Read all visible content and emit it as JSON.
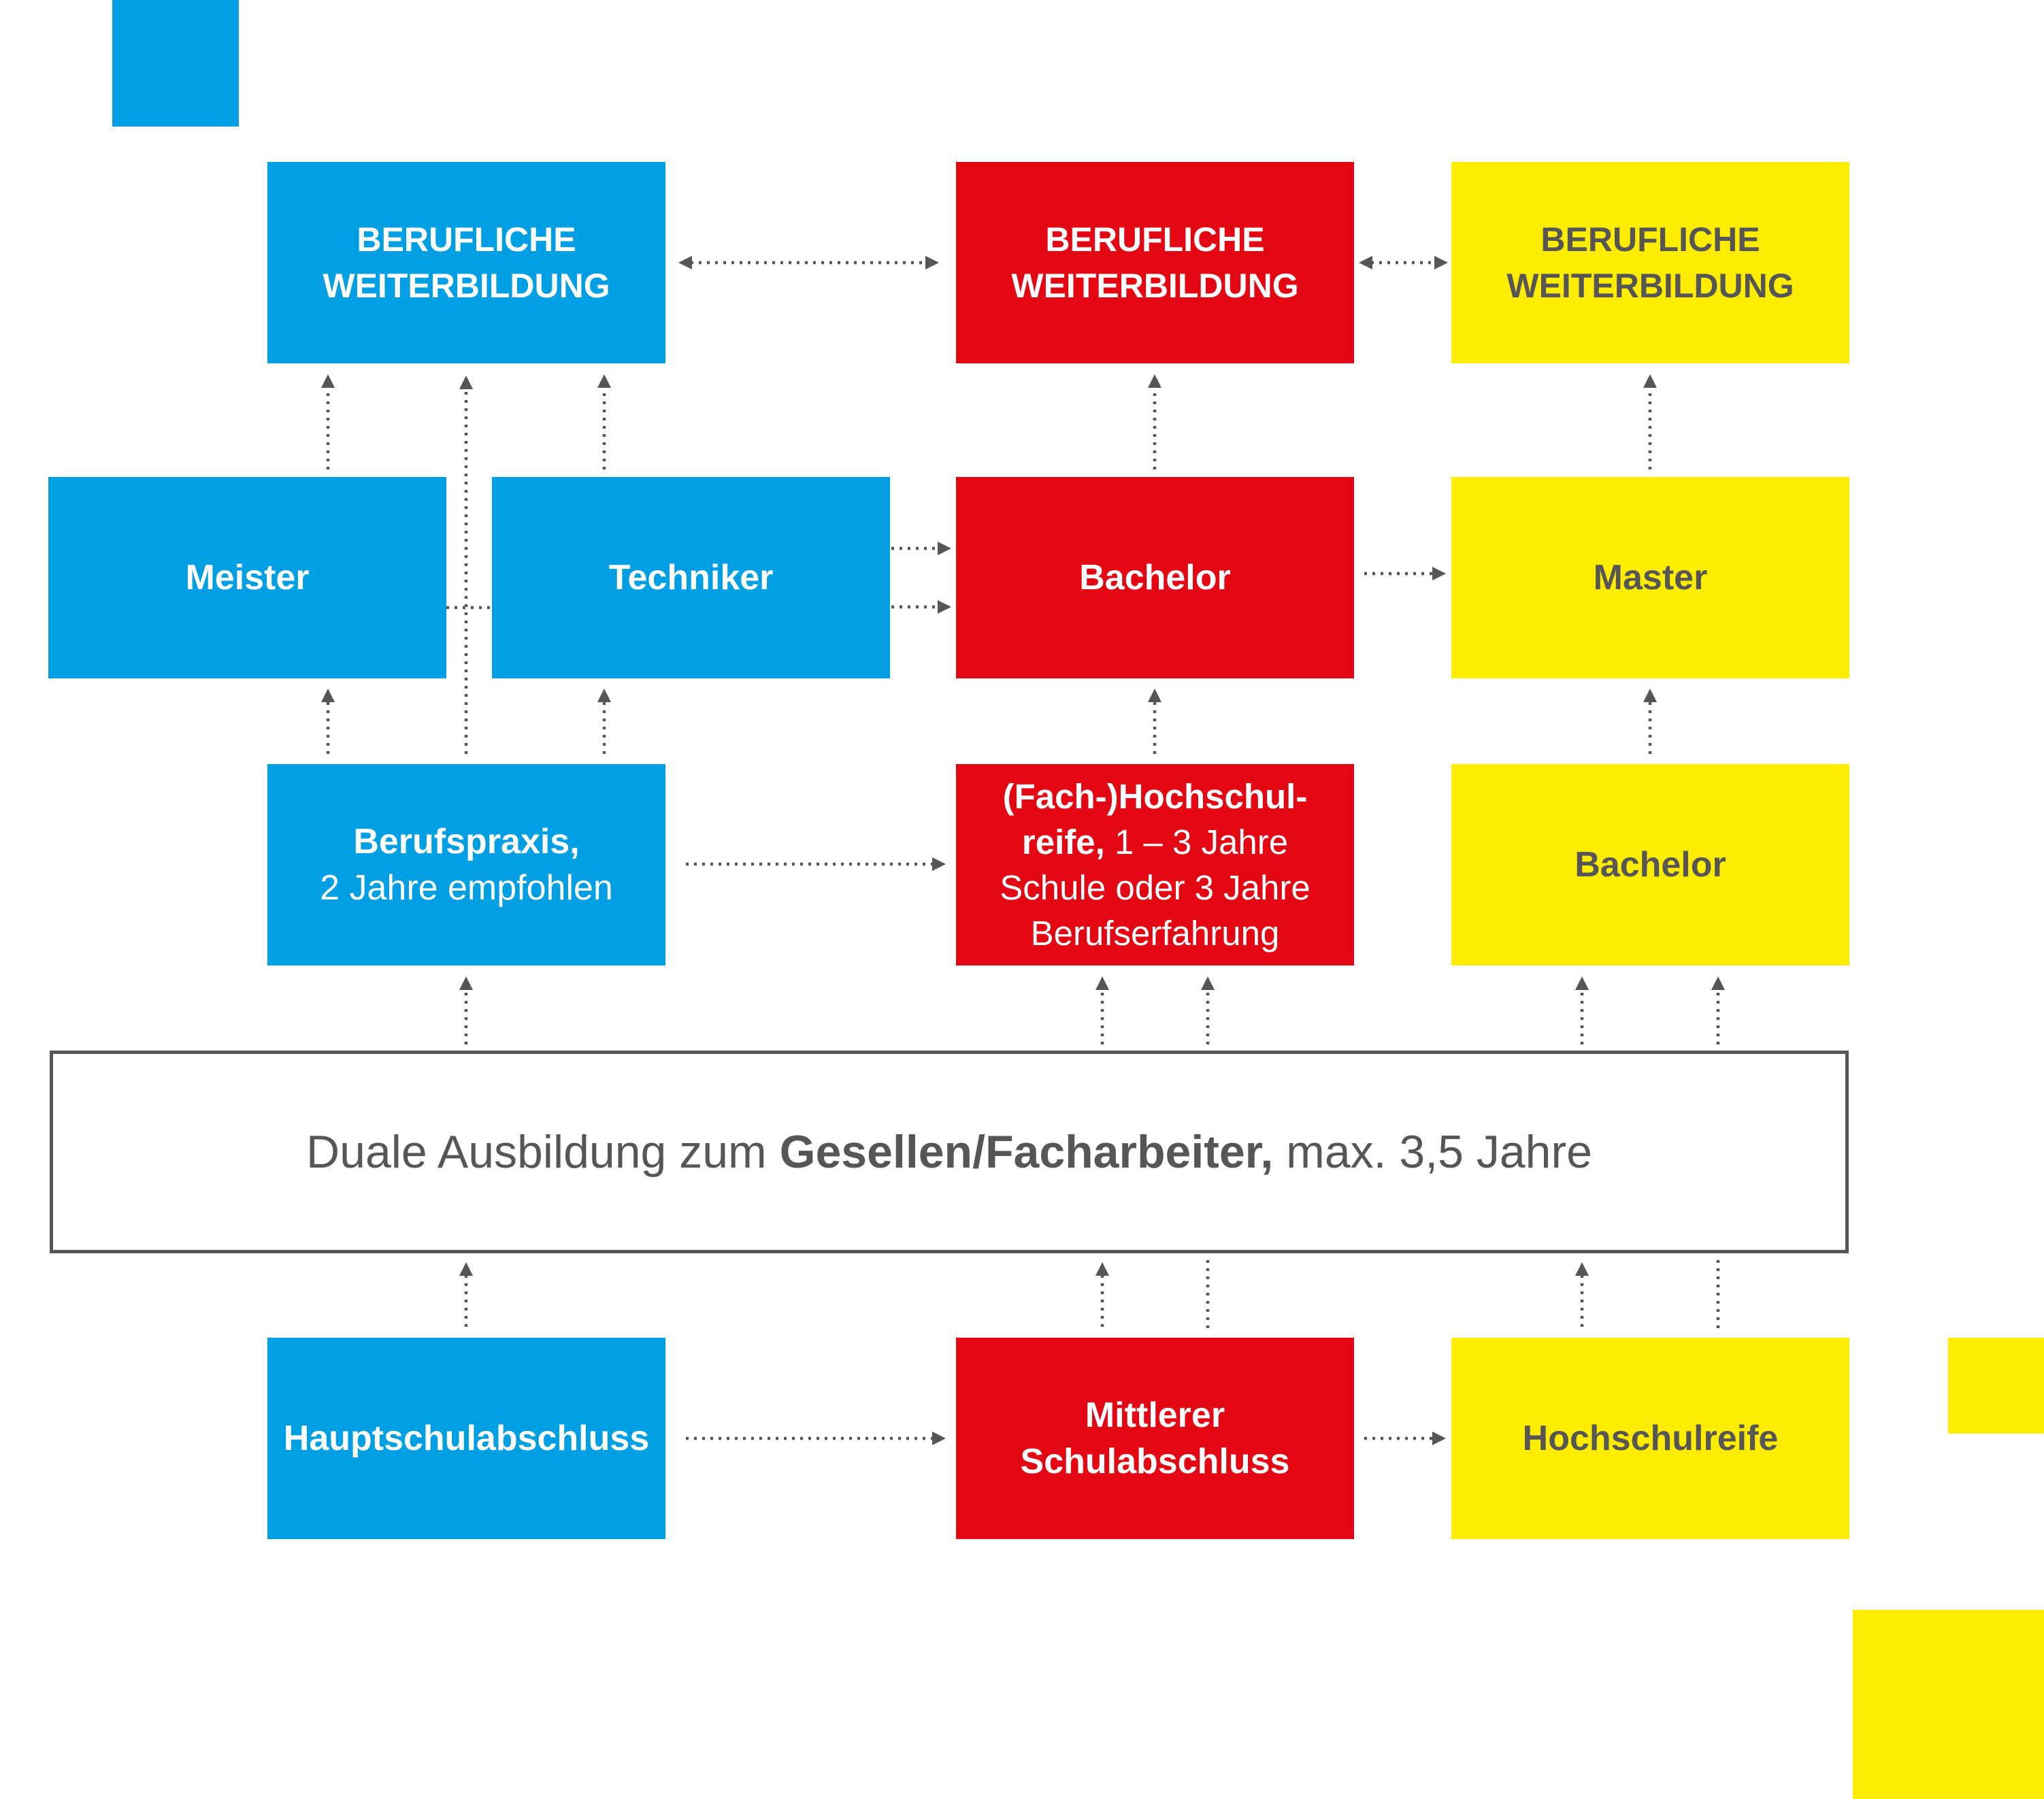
{
  "colors": {
    "blue": "#009fe3",
    "red": "#e30613",
    "yellow": "#ffed00",
    "text_dark": "#575656",
    "connector": "#575656"
  },
  "boxes": {
    "weiterbildung_blue": {
      "line1": "BERUFLICHE",
      "line2": "WEITERBILDUNG"
    },
    "weiterbildung_red": {
      "line1": "BERUFLICHE",
      "line2": "WEITERBILDUNG"
    },
    "weiterbildung_yellow": {
      "line1": "BERUFLICHE",
      "line2": "WEITERBILDUNG"
    },
    "meister": "Meister",
    "techniker": "Techniker",
    "bachelor_red": "Bachelor",
    "master": "Master",
    "berufspraxis": {
      "bold": "Berufspraxis,",
      "light": "2 Jahre empfohlen"
    },
    "fachhochschulreife": {
      "bold1": "(Fach-)Hochschul-",
      "bold2": "reife,",
      "light2": " 1 – 3 Jahre",
      "light3": "Schule oder 3 Jahre",
      "light4": "Berufserfahrung"
    },
    "bachelor_yellow": "Bachelor",
    "duale": {
      "pre": "Duale Ausbildung zum ",
      "bold": "Gesellen/Facharbeiter,",
      "post": " max. 3,5 Jahre"
    },
    "hauptschulabschluss": "Hauptschulabschluss",
    "mittlerer": {
      "line1": "Mittlerer",
      "line2": "Schulabschluss"
    },
    "hochschulreife": "Hochschulreife"
  }
}
